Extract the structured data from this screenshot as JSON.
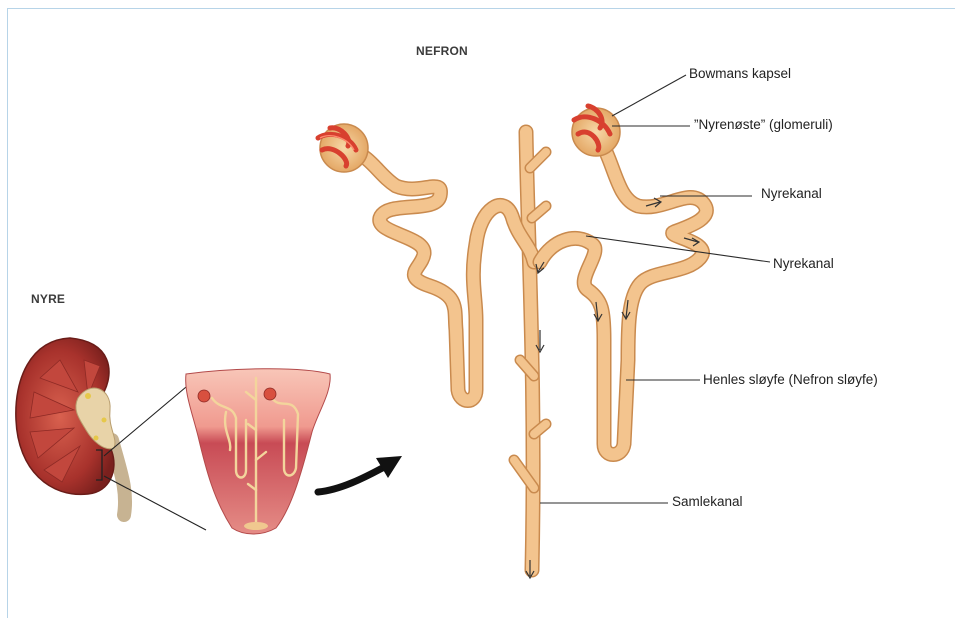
{
  "headings": {
    "nefron": "NEFRON",
    "nyre": "NYRE"
  },
  "labels": {
    "bowmans": "Bowmans kapsel",
    "glomeruli": "”Nyrenøste” (glomeruli)",
    "nyrekanal_1": "Nyrekanal",
    "nyrekanal_2": "Nyrekanal",
    "henle": "Henles sløyfe (Nefron sløyfe)",
    "samlekanal": "Samlekanal"
  },
  "colors": {
    "tubule_fill": "#f3c48e",
    "tubule_edge": "#c98a4e",
    "glomerulus_red": "#d8402f",
    "kidney_cortex": "#8e2a25",
    "kidney_medulla": "#c0463c",
    "pyramid_top": "#f6b3a3",
    "pyramid_body": "#c84b55",
    "leader_line": "#2b2b2b",
    "frame": "#b7d4e8"
  }
}
